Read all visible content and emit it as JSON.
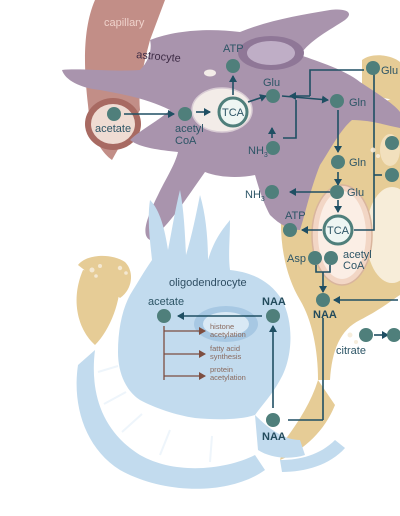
{
  "diagram": {
    "cells": {
      "capillary": "capillary",
      "astrocyte": "astrocyte",
      "oligodendrocyte": "oligodendrocyte"
    },
    "molecules": {
      "acetate_capillary": "acetate",
      "acetyl_coa_top": "acetyl",
      "acetyl_coa_top_2": "CoA",
      "tca_top": "TCA",
      "atp_top": "ATP",
      "glu_astro": "Glu",
      "gln_astro": "Gln",
      "nh3_top": "NH",
      "nh3_mid": "NH",
      "nh3_sub": "3",
      "glu_right_top": "Glu",
      "gln_neuron": "Gln",
      "glu_neuron": "Glu",
      "tca_neuron": "TCA",
      "atp_neuron": "ATP",
      "asp": "Asp",
      "acetyl_coa_neuron": "acetyl",
      "acetyl_coa_neuron_2": "CoA",
      "naa_neuron": "NAA",
      "citrate": "citrate",
      "acetate_oligo": "acetate",
      "naa_oligo": "NAA",
      "naa_bottom": "NAA"
    },
    "outcomes": {
      "histone_1": "histone",
      "histone_2": "acetylation",
      "fatty_1": "fatty acid",
      "fatty_2": "synthesis",
      "protein_1": "protein",
      "protein_2": "acetylation"
    },
    "colors": {
      "node": "#4f7f7b",
      "arrow": "#1f4f63",
      "brown_arrow": "#7d4e40",
      "astrocyte": "#a994ad",
      "oligodendrocyte": "#c2dbee",
      "neuron": "#e6cc96",
      "capillary": "#b77a72"
    }
  }
}
